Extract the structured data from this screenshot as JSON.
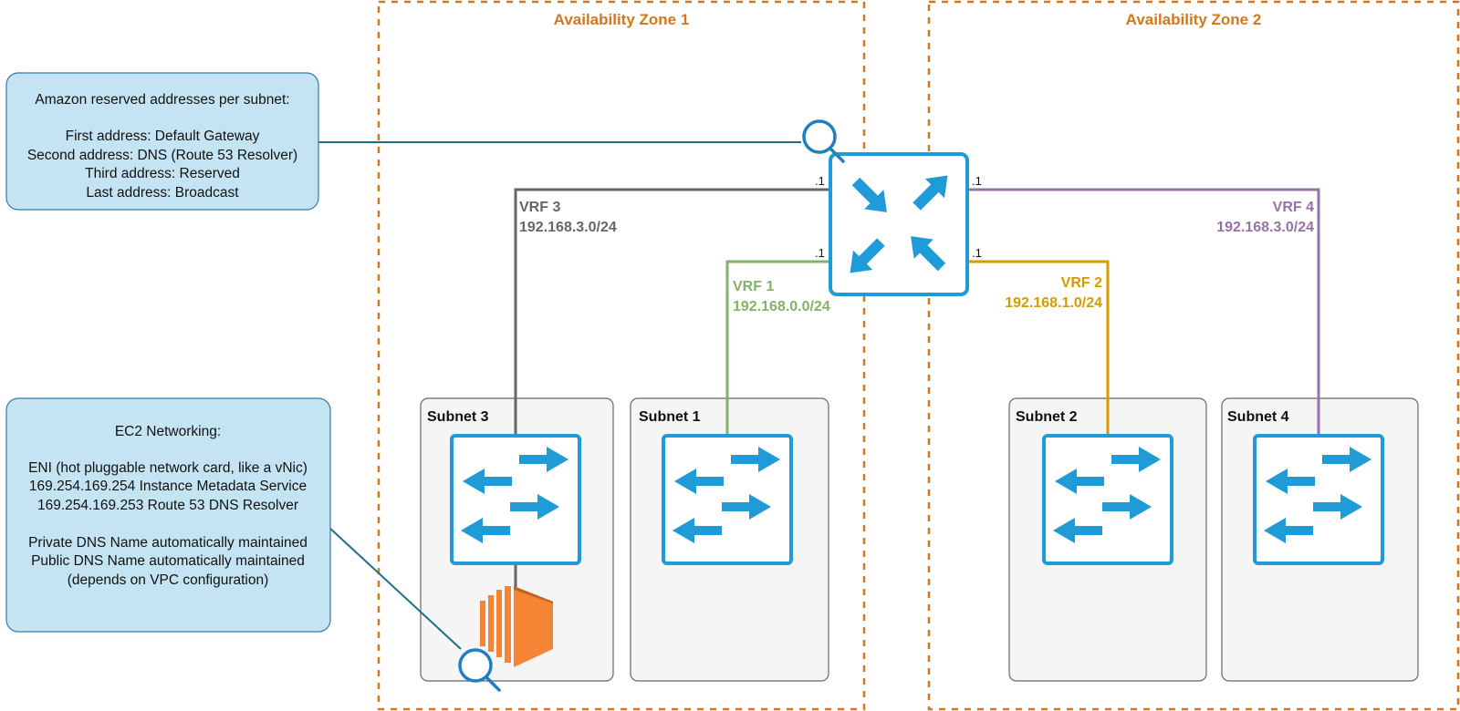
{
  "availability_zones": [
    {
      "label": "Availability Zone 1"
    },
    {
      "label": "Availability Zone 2"
    }
  ],
  "notes": {
    "reserved": {
      "lines": [
        "Amazon reserved addresses per subnet:",
        "",
        "First address: Default Gateway",
        "Second address: DNS (Route 53 Resolver)",
        "Third address: Reserved",
        "Last address: Broadcast"
      ]
    },
    "ec2": {
      "lines": [
        "EC2 Networking:",
        "",
        "ENI (hot pluggable network card, like a vNic)",
        "169.254.169.254 Instance Metadata Service",
        "169.254.169.253 Route 53 DNS Resolver",
        "",
        "Private DNS Name automatically maintained",
        "Public DNS Name automatically maintained",
        "(depends on VPC configuration)"
      ]
    }
  },
  "subnets": [
    {
      "label": "Subnet 3"
    },
    {
      "label": "Subnet 1"
    },
    {
      "label": "Subnet 2"
    },
    {
      "label": "Subnet 4"
    }
  ],
  "vrfs": {
    "vrf3": {
      "name": "VRF 3",
      "cidr": "192.168.3.0/24",
      "color": "#666666"
    },
    "vrf1": {
      "name": "VRF 1",
      "cidr": "192.168.0.0/24",
      "color": "#82b366"
    },
    "vrf2": {
      "name": "VRF 2",
      "cidr": "192.168.1.0/24",
      "color": "#d79b00"
    },
    "vrf4": {
      "name": "VRF 4",
      "cidr": "192.168.3.0/24",
      "color": "#9673a6"
    }
  },
  "ports": {
    "vrf3": ".1",
    "vrf1": ".1",
    "vrf4": ".1",
    "vrf2": ".1"
  },
  "colors": {
    "zone_border": "#d3771b",
    "note_fill": "#c5e4f3",
    "note_stroke": "#2e7ca8",
    "device_blue": "#1f9bd7",
    "ec2_orange": "#f58534"
  },
  "icons": {
    "router": "router-icon",
    "switch": "switch-icon",
    "ec2": "ec2-instance-icon",
    "magnifier": "magnifier-icon"
  }
}
